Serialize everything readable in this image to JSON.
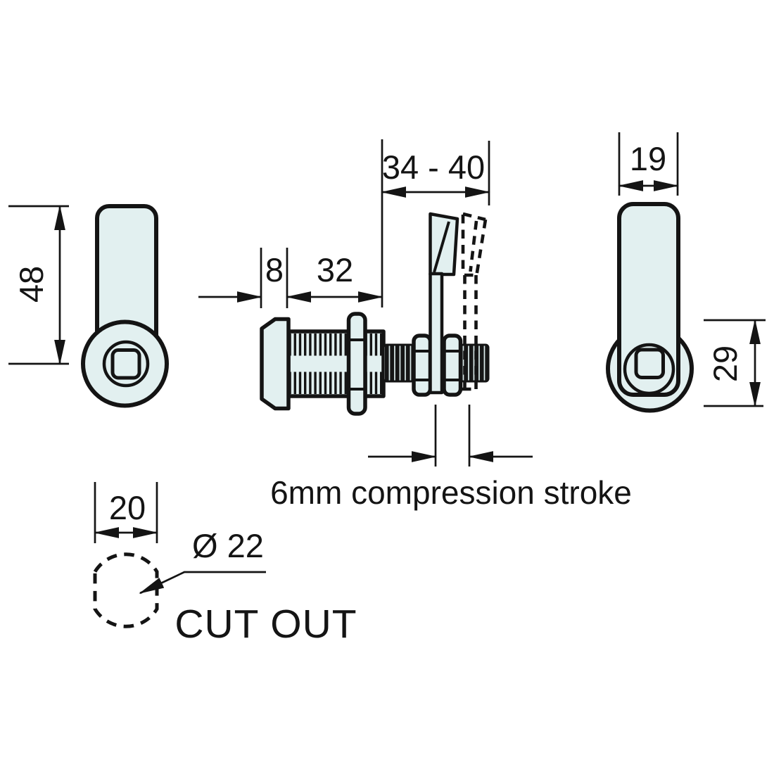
{
  "colors": {
    "part_fill": "#e2f0f0",
    "line": "#141414",
    "text": "#141414",
    "background": "#ffffff"
  },
  "front_view": {
    "dim_height": "48"
  },
  "side_view": {
    "dim_head_depth": "8",
    "dim_thread_length": "32",
    "dim_lever_span": "34 - 40",
    "stroke_note": "6mm compression stroke"
  },
  "rear_view": {
    "dim_width": "19",
    "dim_boss_height": "29"
  },
  "cutout_view": {
    "dim_across_flats": "20",
    "dim_diameter": "Ø 22",
    "caption": "CUT OUT"
  }
}
